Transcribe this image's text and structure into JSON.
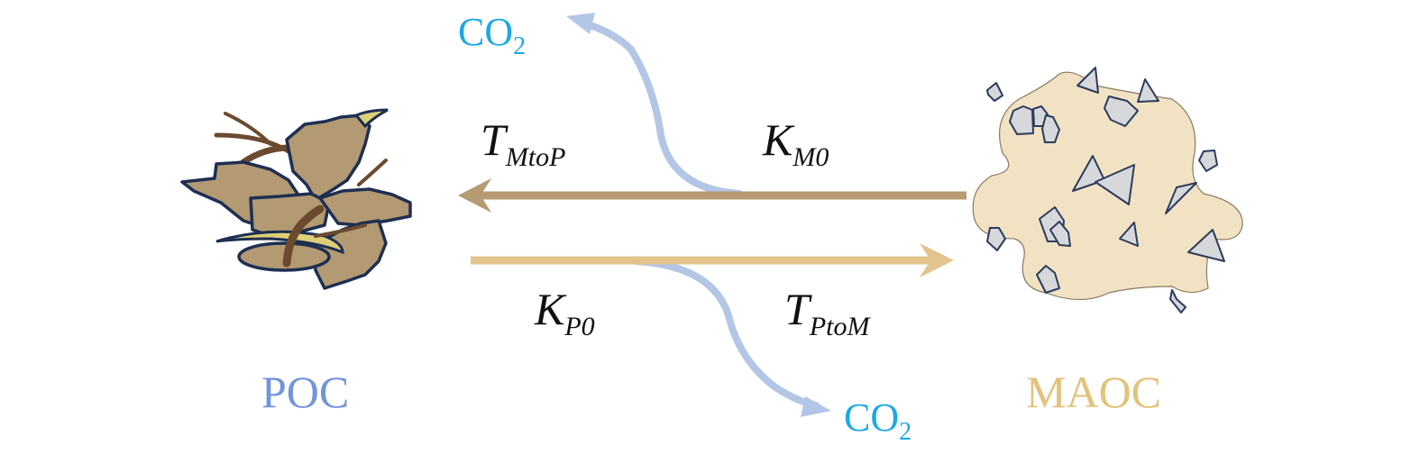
{
  "labels": {
    "t_mtop": {
      "main": "T",
      "sub": "MtoP"
    },
    "k_m0": {
      "main": "K",
      "sub": "M0"
    },
    "k_p0": {
      "main": "K",
      "sub": "P0"
    },
    "t_ptom": {
      "main": "T",
      "sub": "PtoM"
    },
    "co2_top": {
      "main": "CO",
      "sub": "2"
    },
    "co2_bottom": {
      "main": "CO",
      "sub": "2"
    }
  },
  "pools": {
    "poc": "POC",
    "maoc": "MAOC"
  },
  "colors": {
    "maoc_to_poc_arrow": "#b59a72",
    "poc_to_maoc_arrow": "#e2c58e",
    "co2_flux": "#b3c6e6",
    "co2_text": "#1aa9e6",
    "poc_text": "#7393dc",
    "maoc_text": "#e3c27a",
    "maoc_fill": "#f2e2c4"
  }
}
